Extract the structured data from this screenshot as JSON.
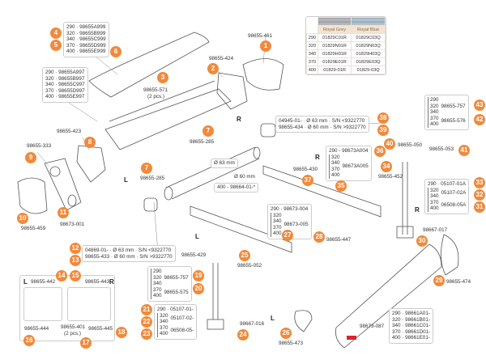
{
  "colors": {
    "callout": "#f08a3c",
    "royal_grey": "#a9adb1",
    "royal_blue": "#a8b8c4"
  },
  "fabric_table": {
    "headers": [
      "",
      "Royal Grey",
      "Royal Blue"
    ],
    "rows": [
      [
        "290",
        "01829C01R",
        "01829C03Q"
      ],
      [
        "320",
        "01829N01R",
        "01829N03Q"
      ],
      [
        "340",
        "01829H01R",
        "01829H03Q"
      ],
      [
        "370",
        "01829E01R",
        "01829E03Q"
      ],
      [
        "400",
        "01829-01R",
        "01829-03Q"
      ]
    ]
  },
  "front_rail": {
    "lines": [
      "290 · 98655A999",
      "320 · 98655B999",
      "340 · 98655C999",
      "370 · 98655D999",
      "400 · 98655E999"
    ]
  },
  "case_rail": {
    "lines": [
      "290 · 98655A997",
      "320 · 98655B997",
      "340 · 98655C997",
      "370 · 98655D997",
      "400 · 98655E997"
    ]
  },
  "labels": {
    "p1": "98655-461",
    "p2": "98655-424",
    "p3a": "98655-571",
    "p3b": "(2 pcs.)",
    "p7a": "98655-285",
    "p7b": "98655-285",
    "p8": "98655-423",
    "p9": "98655-333",
    "p10": "98655-459",
    "p11": "98673-001",
    "d63": "Ø 63 mm",
    "d60": "Ø 60 mm",
    "tube": "400 - 98664-01-*",
    "p37": "98655-430",
    "p40": "98655-050",
    "p41": "98655-053",
    "p34": "98655-452",
    "p30": "98667-017",
    "p28": "98655-447",
    "p29": "98655-474",
    "p429": "98655-429",
    "p25": "98655-052",
    "p24": "98667-016",
    "p26": "98655-473",
    "p087": "98673-087",
    "p16": "98655-444",
    "p17a": "98655-401",
    "p17b": "(2 pcs.)",
    "p18": "98655-445",
    "p14": "98655-442",
    "p15": "98655-443"
  },
  "roller_end_right": {
    "lines": [
      "04945-01- · Ø 63 mm · S/N <9322770",
      "98655-434 · Ø 60 mm · S/N >9322770"
    ]
  },
  "roller_end_left": {
    "lines": [
      "04869-01- · Ø 63 mm · S/N <9322770",
      "98655-433 · Ø 60 mm · S/N >9322770"
    ]
  },
  "arm_right": {
    "s290": "290 - 98673A004",
    "sizes": [
      "320",
      "340",
      "370",
      "400"
    ],
    "code": "98673A005"
  },
  "arm_left": {
    "s290": "290 · 98673-004",
    "sizes": [
      "320",
      "340",
      "370",
      "400"
    ],
    "code": "98673-005"
  },
  "bracket_right": {
    "g1": [
      "290",
      "320",
      "340"
    ],
    "c1": "98655-757",
    "g2": [
      "370",
      "400"
    ],
    "c2": "98655-576"
  },
  "bracket_left": {
    "g1": [
      "290",
      "320",
      "340"
    ],
    "c1": "98655-757",
    "g2": [
      "370",
      "400"
    ],
    "c2": "98655-575"
  },
  "leg_right": {
    "r1": "290 · 05107-01A",
    "g2": [
      "320",
      "340"
    ],
    "c2": "05107-02A",
    "g3": [
      "370",
      "400"
    ],
    "c3": "06508-05A"
  },
  "leg_left": {
    "r1": "290 · 05107-01-",
    "g2": [
      "320",
      "340"
    ],
    "c2": "05107-02-",
    "g3": [
      "370",
      "400"
    ],
    "c3": "06508-05-"
  },
  "front_cover": {
    "lines": [
      "290 · 98661A01-",
      "320 · 98661B01-",
      "340 · 98661C01-",
      "370 · 98661D01-",
      "400 · 98661E01-"
    ]
  },
  "side": {
    "L": "L",
    "R": "R"
  },
  "callouts": [
    "1",
    "2",
    "3",
    "4",
    "5",
    "6",
    "7",
    "8",
    "9",
    "10",
    "11",
    "12",
    "13",
    "14",
    "15",
    "16",
    "17",
    "18",
    "19",
    "20",
    "21",
    "22",
    "23",
    "24",
    "25",
    "26",
    "27",
    "28",
    "29",
    "30",
    "31",
    "32",
    "33",
    "34",
    "35",
    "36",
    "37",
    "38",
    "39",
    "40",
    "41",
    "42",
    "43"
  ]
}
